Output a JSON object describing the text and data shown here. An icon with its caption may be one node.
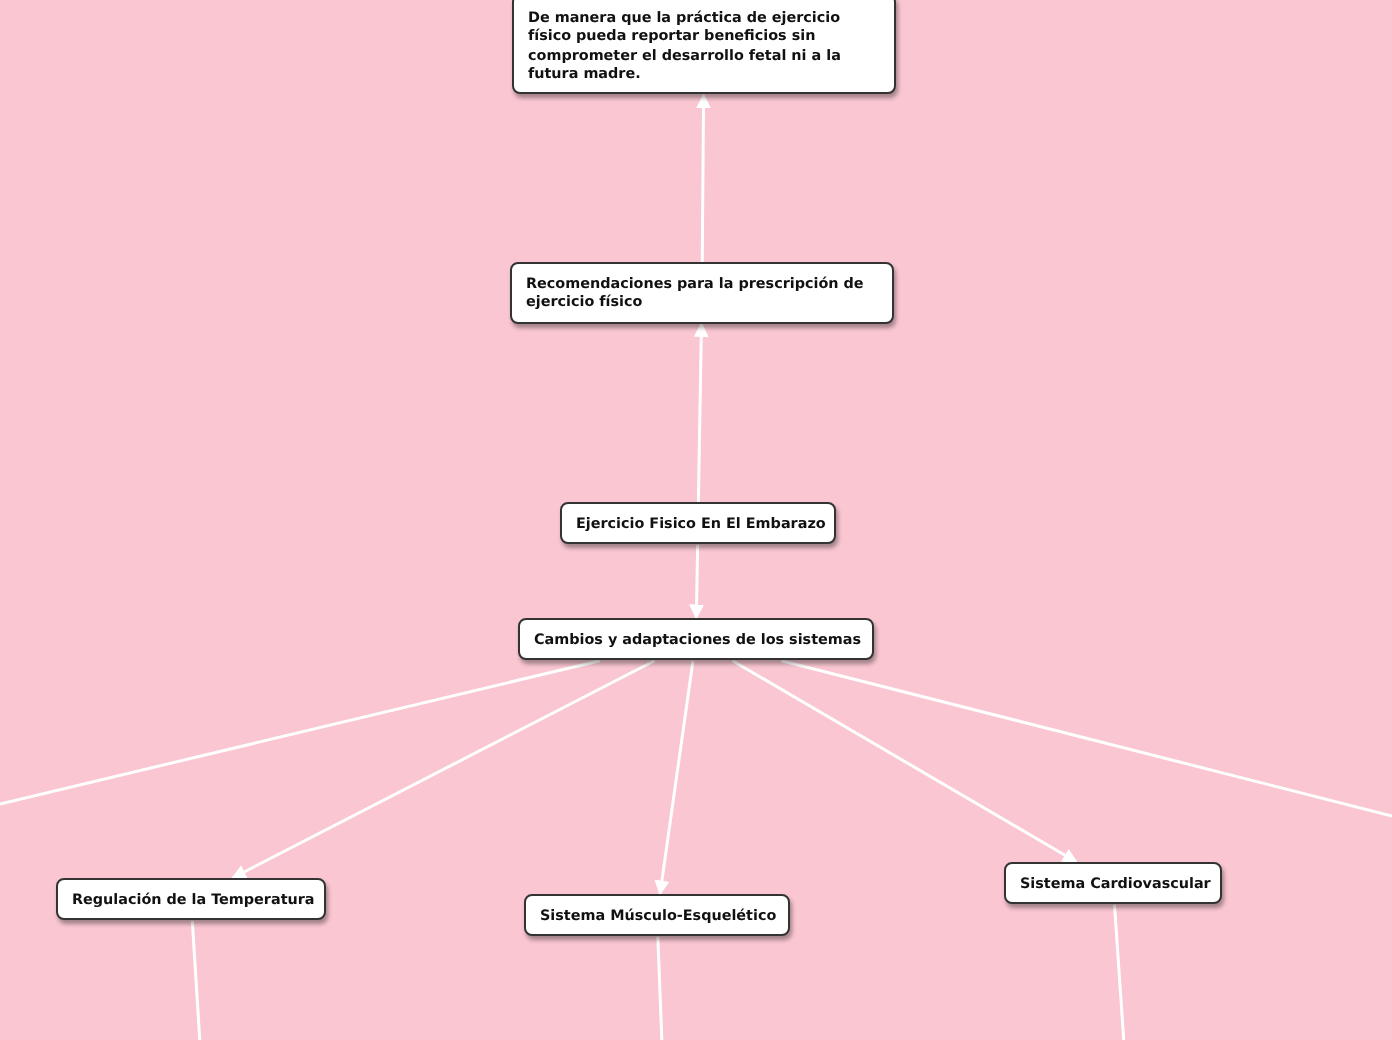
{
  "diagram": {
    "nodes": [
      {
        "text": [
          "De manera que la práctica de ejercicio físico pueda reportar beneficios sin comprometer el desarrollo fetal ni a la futura madre."
        ]
      },
      {
        "text": [
          "Recomendaciones para la prescripción de ejercicio físico"
        ]
      },
      {
        "text": [
          "Ejercicio Fisico En El Embarazo"
        ]
      },
      {
        "text": [
          "Cambios y  adaptaciones de los sistemas"
        ]
      },
      {
        "text": [
          "Regulación de la Temperatura"
        ]
      },
      {
        "text": [
          "Sistema Músculo-Esquelético"
        ]
      },
      {
        "text": [
          "Sistema Cardiovascular"
        ]
      }
    ],
    "edges": [
      {
        "from": 2,
        "to": 1,
        "arrow": "to"
      },
      {
        "from": 1,
        "to": 0,
        "arrow": "to"
      },
      {
        "from": 2,
        "to": 3,
        "arrow": "to"
      },
      {
        "from": 3,
        "to": 4,
        "arrow": "to"
      },
      {
        "from": 3,
        "to": 5,
        "arrow": "to"
      },
      {
        "from": 3,
        "to": 6,
        "arrow": "to"
      },
      {
        "from": 3,
        "to": null,
        "arrow": "none"
      },
      {
        "from": 3,
        "to": null,
        "arrow": "none"
      },
      {
        "from": 4,
        "to": null,
        "arrow": "none"
      },
      {
        "from": 5,
        "to": null,
        "arrow": "none"
      },
      {
        "from": 6,
        "to": null,
        "arrow": "none"
      }
    ]
  }
}
